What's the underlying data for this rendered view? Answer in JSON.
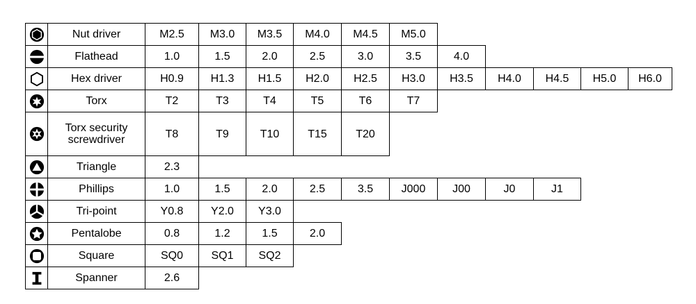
{
  "rows": [
    {
      "name": "Nut driver",
      "icon": "hexagon-filled-icon",
      "sizes": [
        "M2.5",
        "M3.0",
        "M3.5",
        "M4.0",
        "M4.5",
        "M5.0"
      ]
    },
    {
      "name": "Flathead",
      "icon": "slot-icon",
      "sizes": [
        "1.0",
        "1.5",
        "2.0",
        "2.5",
        "3.0",
        "3.5",
        "4.0"
      ]
    },
    {
      "name": "Hex driver",
      "icon": "hexagon-outline-icon",
      "sizes": [
        "H0.9",
        "H1.3",
        "H1.5",
        "H2.0",
        "H2.5",
        "H3.0",
        "H3.5",
        "H4.0",
        "H4.5",
        "H5.0",
        "H6.0"
      ]
    },
    {
      "name": "Torx",
      "icon": "torx-icon",
      "sizes": [
        "T2",
        "T3",
        "T4",
        "T5",
        "T6",
        "T7"
      ]
    },
    {
      "name": "Torx security\nscrewdriver",
      "icon": "torx-security-icon",
      "sizes": [
        "T8",
        "T9",
        "T10",
        "T15",
        "T20"
      ]
    },
    {
      "name": "Triangle",
      "icon": "triangle-icon",
      "sizes": [
        "2.3"
      ]
    },
    {
      "name": "Phillips",
      "icon": "phillips-icon",
      "sizes": [
        "1.0",
        "1.5",
        "2.0",
        "2.5",
        "3.5",
        "J000",
        "J00",
        "J0",
        "J1"
      ]
    },
    {
      "name": "Tri-point",
      "icon": "tri-point-icon",
      "sizes": [
        "Y0.8",
        "Y2.0",
        "Y3.0"
      ]
    },
    {
      "name": "Pentalobe",
      "icon": "pentalobe-icon",
      "sizes": [
        "0.8",
        "1.2",
        "1.5",
        "2.0"
      ]
    },
    {
      "name": "Square",
      "icon": "square-icon",
      "sizes": [
        "SQ0",
        "SQ1",
        "SQ2"
      ]
    },
    {
      "name": "Spanner",
      "icon": "spanner-icon",
      "sizes": [
        "2.6"
      ]
    }
  ]
}
